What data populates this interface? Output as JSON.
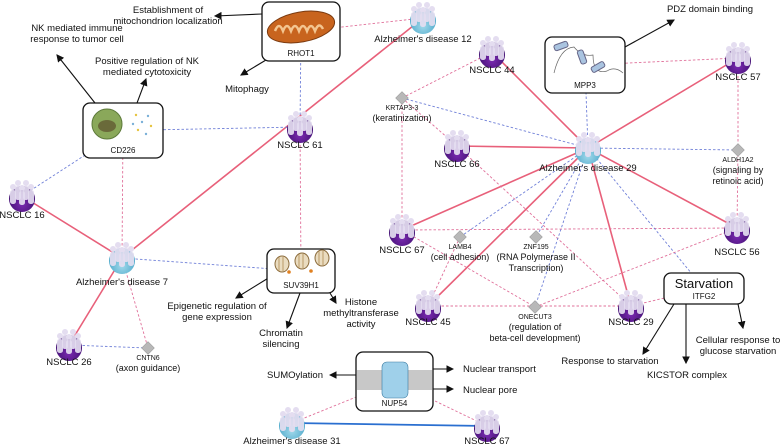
{
  "colors": {
    "nsclc": "#5a1a8c",
    "alzheimers": "#6bbfd9",
    "strong_edge": "#e8607a",
    "dashed_pink": "#e0709a",
    "dashed_blue": "#7080d8",
    "solid_blue": "#2a6fd0",
    "gene_node": "#b8b8b8"
  },
  "patients": {
    "alz12": "Alzheimer's disease 12",
    "nsclc44": "NSCLC 44",
    "nsclc61": "NSCLC 61",
    "nsclc16": "NSCLC 16",
    "nsclc57": "NSCLC 57",
    "nsclc66": "NSCLC 66",
    "alz29": "Alzheimer's disease 29",
    "nsclc67a": "NSCLC 67",
    "nsclc56": "NSCLC 56",
    "alz7": "Alzheimer's disease 7",
    "nsclc45": "NSCLC 45",
    "nsclc29": "NSCLC 29",
    "nsclc26": "NSCLC 26",
    "alz31": "Alzheimer's disease 31",
    "nsclc67b": "NSCLC 67"
  },
  "genes": {
    "krtap": {
      "name": "KRTAP3-3",
      "desc": [
        "(keratinization)"
      ]
    },
    "aldh": {
      "name": "ALDH1A2",
      "desc": [
        "(signaling by",
        "retinoic acid)"
      ]
    },
    "lamb4": {
      "name": "LAMB4",
      "desc": [
        "(cell adhesion)"
      ]
    },
    "znf195": {
      "name": "ZNF195",
      "desc": [
        "(RNA Polymerase II",
        "Transcription)"
      ]
    },
    "onecut3": {
      "name": "ONECUT3",
      "desc": [
        "(regulation of",
        "beta-cell development)"
      ]
    },
    "cntn6": {
      "name": "CNTN6",
      "desc": [
        "(axon guidance)"
      ]
    }
  },
  "boxes": {
    "rhot1": {
      "name": "RHOT1",
      "icon": "mitochondrion-icon"
    },
    "cd226": {
      "name": "CD226",
      "icon": "nk-cell-icon"
    },
    "mpp3": {
      "name": "MPP3",
      "icon": "protein-domains-icon"
    },
    "suv39h1": {
      "name": "SUV39H1",
      "icon": "nucleosome-icon"
    },
    "starvation": {
      "name": "ITFG2",
      "title": "Starvation"
    },
    "nup54": {
      "name": "NUP54",
      "icon": "nuclear-pore-icon"
    }
  },
  "annotations": {
    "rhot1_a": [
      "Establishment of",
      "mitochondrion localization"
    ],
    "rhot1_b": [
      "Mitophagy"
    ],
    "cd226_a": [
      "NK mediated immune",
      "response to tumor cell"
    ],
    "cd226_b": [
      "Positive regulation of NK",
      "mediated cytotoxicity"
    ],
    "mpp3_a": [
      "PDZ domain binding"
    ],
    "suv_a": [
      "Epigenetic regulation of",
      "gene expression"
    ],
    "suv_b": [
      "Chromatin",
      "silencing"
    ],
    "suv_c": [
      "Histone",
      "methyltransferase",
      "activity"
    ],
    "nup_a": [
      "SUMOylation"
    ],
    "nup_b": [
      "Nuclear transport"
    ],
    "nup_c": [
      "Nuclear pore"
    ],
    "itfg_a": [
      "Response to starvation"
    ],
    "itfg_b": [
      "KICSTOR complex"
    ],
    "itfg_c": [
      "Cellular response to",
      "glucose starvation"
    ]
  }
}
